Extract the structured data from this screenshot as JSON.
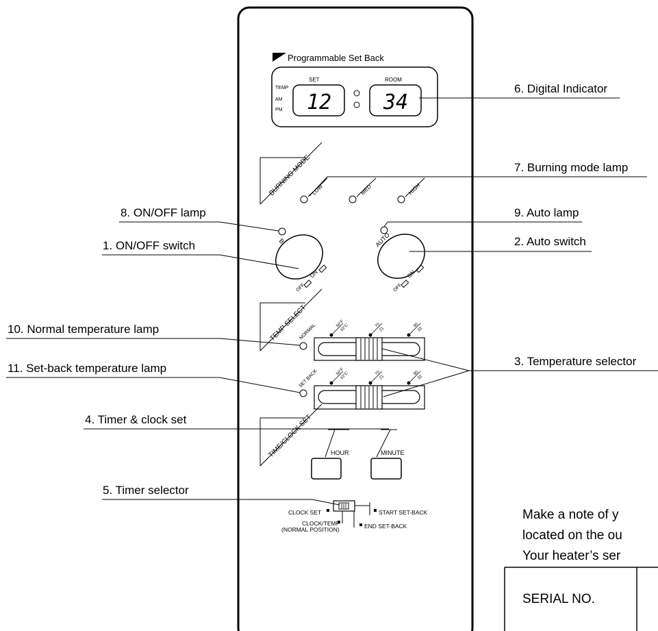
{
  "panel": {
    "brand_label": "Programmable Set Back",
    "display": {
      "set_label": "SET",
      "room_label": "ROOM",
      "temp_label": "TEMP",
      "am_label": "AM",
      "pm_label": "PM",
      "set_value": "12",
      "room_value": "34"
    },
    "burning_mode": {
      "title": "BURNING MODE",
      "low": "LOW",
      "med": "MED",
      "high": "HIGH"
    },
    "burner": {
      "label": "BURNER",
      "off": "OFF",
      "on": "ON"
    },
    "auto": {
      "label": "AUTO",
      "off": "OFF",
      "on": "ON"
    },
    "temp_select": {
      "title": "TEMP SELECT",
      "normal": "NORMAL",
      "setback": "SET BACK",
      "scale_low_f": "50°F",
      "scale_low_c": "10°C",
      "scale_mid_f": "70",
      "scale_mid_c": "21",
      "scale_high_f": "90",
      "scale_high_c": "32"
    },
    "time_clock": {
      "title": "TIME/CLOCK SET",
      "hour": "HOUR",
      "minute": "MINUTE"
    },
    "timer_selector": {
      "clock_set": "CLOCK SET",
      "clock_temp": "CLOCK/TEMP",
      "normal_position": "(NORMAL POSITION)",
      "start_setback": "START SET-BACK",
      "end_setback": "END SET-BACK"
    }
  },
  "callouts": {
    "digital_indicator": "6. Digital Indicator",
    "burning_mode_lamp": "7. Burning mode lamp",
    "onoff_lamp": "8. ON/OFF lamp",
    "auto_lamp": "9. Auto lamp",
    "onoff_switch": "1. ON/OFF switch",
    "auto_switch": "2. Auto switch",
    "normal_temp_lamp": "10. Normal temperature lamp",
    "setback_temp_lamp": "11. Set-back temperature lamp",
    "temperature_selector": "3. Temperature selector",
    "timer_clock_set": "4. Timer & clock set",
    "timer_selector": "5. Timer selector"
  },
  "note": {
    "line1": "Make a note of y",
    "line2": "located on the ou",
    "line3": "Your heater’s ser",
    "serial_label": "SERIAL NO."
  }
}
